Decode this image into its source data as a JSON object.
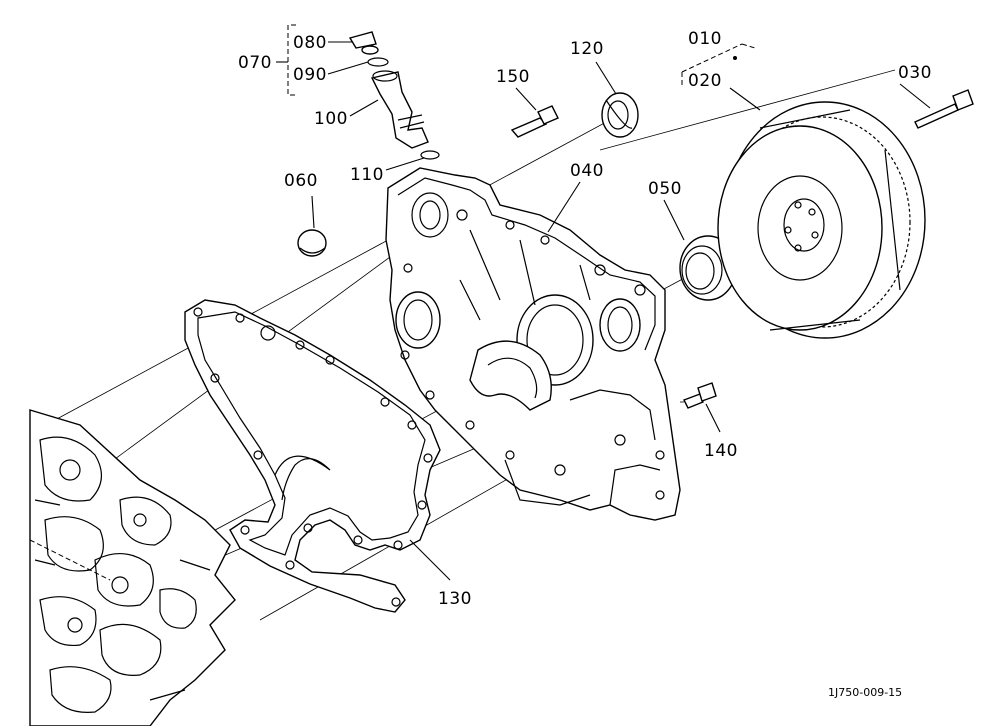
{
  "callouts": {
    "c070": "070",
    "c080": "080",
    "c090": "090",
    "c100": "100",
    "c110": "110",
    "c060": "060",
    "c150": "150",
    "c120": "120",
    "c040": "040",
    "c010": "010",
    "c020": "020",
    "c030": "030",
    "c050": "050",
    "c140": "140",
    "c130": "130"
  },
  "reference_code": "1J750-009-15"
}
